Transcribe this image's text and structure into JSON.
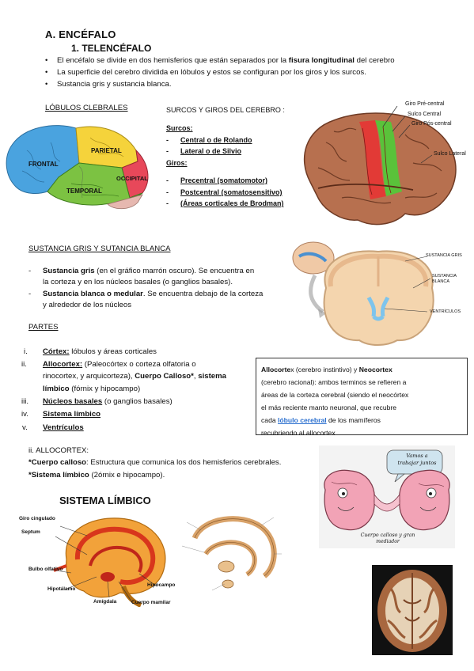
{
  "heading": {
    "section": "A. ENCÉFALO",
    "subsection": "1.  TELENCÉFALO"
  },
  "intro": {
    "b1_pre": "El encéfalo se divide en dos hemisferios que están separados por la ",
    "b1_bold": "fisura longitudinal",
    "b1_post": " del cerebro",
    "b2": "La superficie del cerebro dividida en lóbulos y  estos se configuran por los giros y los surcos.",
    "b3": "Sustancia gris y sustancia blanca."
  },
  "lobulos": {
    "title": "LÓBULOS CLEBRALES",
    "labels": {
      "frontal": "FRONTAL",
      "parietal": "PARIETAL",
      "occipital": "OCCIPITAL",
      "temporal": "TEMPORAL"
    },
    "colors": {
      "frontal": "#4aa3df",
      "parietal": "#f5d33b",
      "occipital": "#e8485a",
      "temporal": "#7cc242"
    }
  },
  "surcos": {
    "title": "SURCOS Y GIROS DEL CEREBRO :",
    "surcos_label": "Surcos:",
    "surcos_items": [
      "Central o de Rolando",
      "Lateral o de Silvio"
    ],
    "giros_label": "Giros:",
    "giros_items": [
      "Precentral (somatomotor)",
      "Postcentral (somatosensitivo)",
      "(Áreas corticales de Brodman)"
    ],
    "bullet": "-"
  },
  "brain_labels": {
    "giro_pre": "Giro Pré-central",
    "sulco_central": "Sulco Central",
    "giro_pos": "Giro Pós-central",
    "sulco_lateral": "Sulco Lateral"
  },
  "sustancia": {
    "title": "SUSTANCIA GRIS Y SUTANCIA BLANCA",
    "item1_bold": "Sustancia gris",
    "item1_rest_l1": " (en el gráfico marrón oscuro). Se encuentra en",
    "item1_l2": "la corteza y en los núcleos basales (o ganglios basales).",
    "item2_bold": "Sustancia blanca o medular",
    "item2_rest_l1": ". Se encuentra debajo de la corteza",
    "item2_l2": "y alrededor de los núcleos",
    "diagram_labels": {
      "gris": "SUSTANCIA GRIS",
      "blanca_l1": "SUSTANCIA",
      "blanca_l2": "BLANCA",
      "ventriculos": "VENTRÍCULOS"
    }
  },
  "partes": {
    "title": "PARTES",
    "numerals": [
      "i.",
      "ii.",
      "iii.",
      "iv.",
      "v."
    ],
    "i_bold": "Córtex:",
    "i_rest": " lóbulos y áreas corticales",
    "ii_bold": "Allocortex:",
    "ii_rest_l1": "  (Paleocórtex  o  corteza  olfatoria  o",
    "ii_l2_pre": "rinocortex, y arquicorteza), ",
    "ii_l2_bold": "Cuerpo Calloso*",
    "ii_l2_mid": ", ",
    "ii_l2_bold2": "sistema",
    "ii_l3_bold": "límbico",
    "ii_l3_rest": " (fórnix y hipocampo)",
    "iii_bold": "Núcleos basales",
    "iii_rest": " (o ganglios basales)",
    "iv_bold": "Sistema límbico",
    "v_bold": "Ventrículos"
  },
  "box": {
    "l1_bold": "Allocorte",
    "l1_mid": "x (cerebro instintivo) y ",
    "l1_bold2": "Neocortex",
    "l2": "(cerebro racional): ambos terminos se refieren a",
    "l3": "áreas de la corteza cerebral (siendo el neocórtex",
    "l4": "el más reciente manto neuronal, que recubre",
    "l5_pre": "cada ",
    "l5_link": "lóbulo cerebral",
    "l5_post": " de los mamíferos",
    "l6": "recubriendo al allocortex"
  },
  "allocortex": {
    "title": "ii. ALLOCORTEX:",
    "l1_bold": "*Cuerpo calloso",
    "l1_rest": ": Estructura que comunica los dos hemisferios cerebrales.",
    "l2_bold": "*Sistema límbico",
    "l2_rest": " (2órnix e  hipocampo)."
  },
  "limbico": {
    "title": "SISTEMA LÍMBICO",
    "labels": {
      "giro_cingulado": "Giro cingulado",
      "septum": "Septum",
      "bulbo": "Bulbo olfativo",
      "hipotalamo": "Hipotálamo",
      "amigdala": "Amígdala",
      "hipocampo": "Hipocampo",
      "cuerpo_mamilar": "Cuerpo mamilar"
    }
  },
  "cartoon": {
    "bubble_l1": "Vamos a",
    "bubble_l2": "trabajar juntos",
    "caption_l1": "Cuerpo calloso y gran",
    "caption_l2": "mediador"
  }
}
